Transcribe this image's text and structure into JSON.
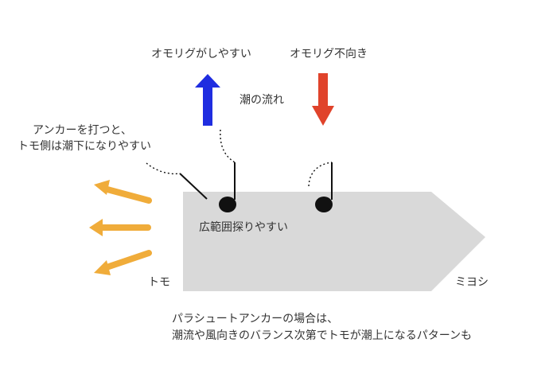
{
  "labels": {
    "good_sinker": "オモリグがしやすい",
    "bad_sinker": "オモリグ不向き",
    "current": "潮の流れ",
    "anchor_line1": "アンカーを打つと、",
    "anchor_line2": "トモ側は潮下になりやすい",
    "wide_range": "広範囲探りやすい",
    "stern": "トモ",
    "bow": "ミヨシ",
    "note_line1": "パラシュートアンカーの場合は、",
    "note_line2": "潮流や風向きのバランス次第でトモが潮上になるパターンも"
  },
  "colors": {
    "boat": "#d9d9d9",
    "up_arrow": "#1f2de0",
    "down_arrow": "#e0432b",
    "current_arrows": "#f0ac3a",
    "line": "#111111",
    "text": "#333333"
  }
}
